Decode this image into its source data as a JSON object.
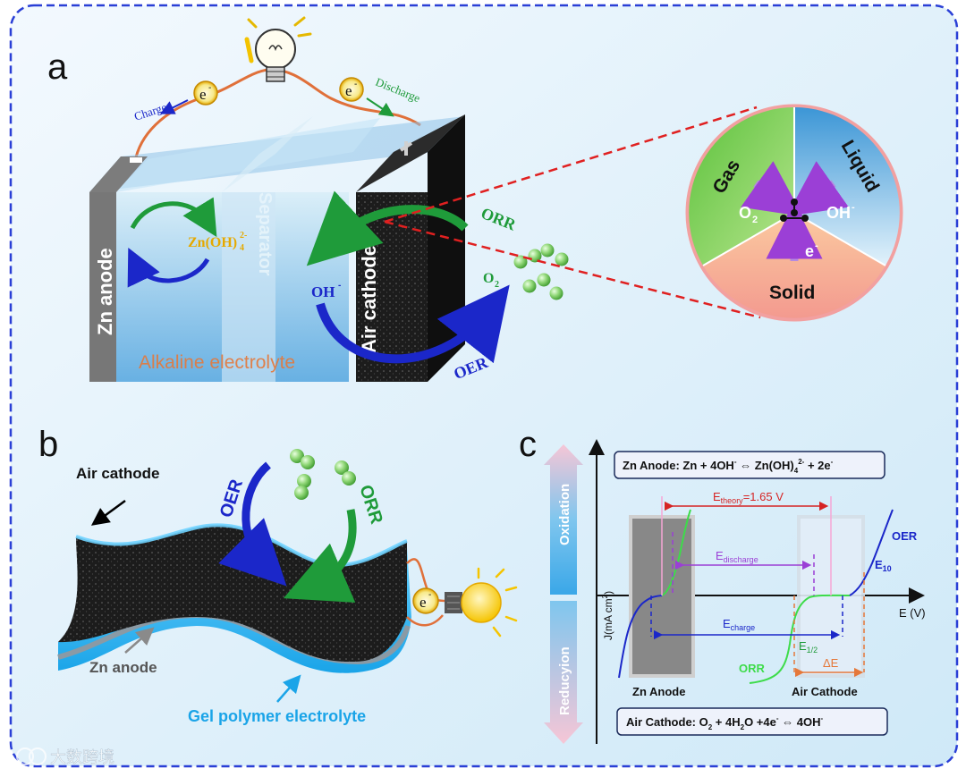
{
  "panels": {
    "a": {
      "letter": "a",
      "charge": "Charge",
      "discharge": "Discharge",
      "electron": "e",
      "electron_sup": "-",
      "minus_terminal": "−",
      "plus_terminal": "+",
      "zn_anode": "Zn  anode",
      "separator": "Separator",
      "air_cathode": "Air  cathode",
      "zincate": "Zn(OH)",
      "zincate_sub": "4",
      "zincate_sup": "2-",
      "hydroxide": "OH",
      "hydroxide_sup": "-",
      "orr": "ORR",
      "oer": "OER",
      "o2": "O",
      "o2_sub": "2",
      "electrolyte": "Alkaline electrolyte",
      "triple_phase": {
        "gas": "Gas",
        "liquid": "Liquid",
        "solid": "Solid",
        "o2": "O",
        "o2_sub": "2",
        "oh": "OH",
        "oh_sup": "-",
        "e": "e",
        "e_sup": "-"
      }
    },
    "b": {
      "letter": "b",
      "air_cathode": "Air cathode",
      "zn_anode": "Zn anode",
      "gel": "Gel polymer electrolyte",
      "oer": "OER",
      "orr": "ORR",
      "electron": "e",
      "electron_sup": "-"
    },
    "c": {
      "letter": "c",
      "zn_reaction_a": "Zn Anode: Zn + 4OH",
      "zn_reaction_b": " ⇔  Zn(OH)",
      "zn_reaction_c": " + 2e",
      "air_reaction_a": "Air Cathode: O",
      "air_reaction_b": " + 4H",
      "air_reaction_c": "O +4e",
      "air_reaction_d": " ⇔  4OH",
      "oxidation": "Oxidation",
      "reduction": "Reducyion",
      "y_label": "J(mA cm",
      "y_label_end": ")",
      "x_label": "E (V)",
      "e_theory": "E",
      "e_theory_sub": "theory",
      "e_theory_value": "=1.65 V",
      "e_discharge": "E",
      "e_discharge_sub": "discharge",
      "e_charge": "E",
      "e_charge_sub": "charge",
      "e_10": "E",
      "e_10_sub": "10",
      "e_half": "E",
      "e_half_sub": "1/2",
      "delta_e": "ΔE",
      "oer": "OER",
      "orr": "ORR",
      "zn_anode": "Zn Anode",
      "air_cathode": "Air Cathode"
    }
  },
  "watermark": "大数跨境",
  "colors": {
    "frame": "#2a3fd6",
    "background": "#e6f3fb",
    "green": "#1f9b3a",
    "blue": "#1b27c9",
    "red": "#d62424",
    "purple": "#9b3fd6",
    "orange": "#e5783a",
    "gold": "#e5a900"
  }
}
